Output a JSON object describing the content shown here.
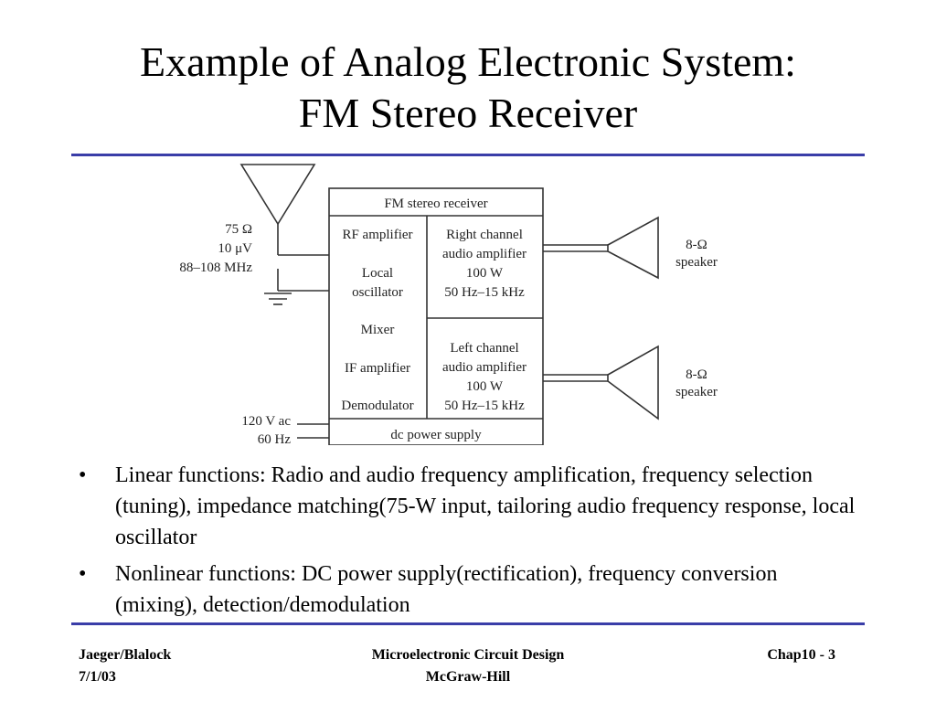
{
  "title": {
    "line1": "Example of Analog Electronic System:",
    "line2": "FM Stereo Receiver"
  },
  "diagram": {
    "box_title": "FM stereo receiver",
    "antenna_specs": [
      "75 Ω",
      "10 μV",
      "88–108 MHz"
    ],
    "left_column": [
      "RF amplifier",
      "Local",
      "oscillator",
      "Mixer",
      "IF amplifier",
      "Demodulator"
    ],
    "right_channel": [
      "Right channel",
      "audio amplifier",
      "100 W",
      "50 Hz–15 kHz"
    ],
    "left_channel": [
      "Left channel",
      "audio amplifier",
      "100 W",
      "50 Hz–15 kHz"
    ],
    "power_supply": "dc power supply",
    "power_input": [
      "120 V ac",
      "60 Hz"
    ],
    "speaker_top": [
      "8-Ω",
      "speaker"
    ],
    "speaker_bottom": [
      "8-Ω",
      "speaker"
    ]
  },
  "bullets": [
    {
      "marker": "•",
      "text": "Linear functions: Radio and audio frequency amplification, frequency selection (tuning), impedance matching(75-W input, tailoring audio frequency response, local oscillator"
    },
    {
      "marker": "•",
      "text": "Nonlinear functions: DC power supply(rectification), frequency conversion (mixing), detection/demodulation"
    }
  ],
  "footer": {
    "left_line1": "Jaeger/Blalock",
    "left_line2": "7/1/03",
    "center_line1": "Microelectronic Circuit Design",
    "center_line2": "McGraw-Hill",
    "right": "Chap10 - 3"
  },
  "colors": {
    "rule": "#3a3da8",
    "diagram_line": "#333333"
  }
}
